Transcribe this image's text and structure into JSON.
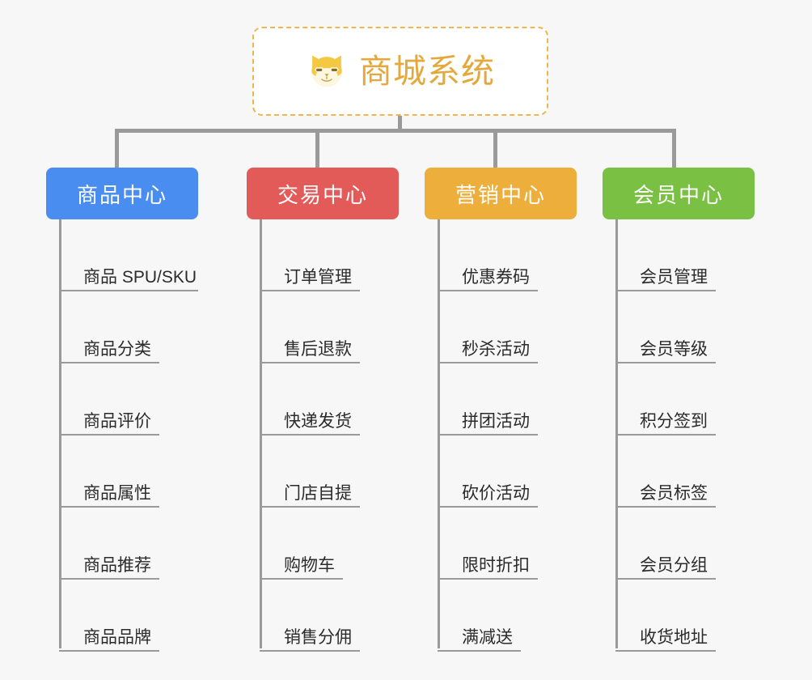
{
  "page": {
    "background_color": "#f7f7f7",
    "line_color": "#9a9a9a"
  },
  "root": {
    "title": "商城系统",
    "icon": "shiba-dog-face-icon",
    "title_color": "#e3a93c",
    "border_color": "#f0b64a",
    "fill_color": "#ffffff"
  },
  "branches": [
    {
      "id": "product-center",
      "label": "商品中心",
      "color": "#4a8df0",
      "items": [
        "商品 SPU/SKU",
        "商品分类",
        "商品评价",
        "商品属性",
        "商品推荐",
        "商品品牌"
      ]
    },
    {
      "id": "trade-center",
      "label": "交易中心",
      "color": "#e25b58",
      "items": [
        "订单管理",
        "售后退款",
        "快递发货",
        "门店自提",
        "购物车",
        "销售分佣"
      ]
    },
    {
      "id": "marketing-center",
      "label": "营销中心",
      "color": "#edae3c",
      "items": [
        "优惠券码",
        "秒杀活动",
        "拼团活动",
        "砍价活动",
        "限时折扣",
        "满减送"
      ]
    },
    {
      "id": "member-center",
      "label": "会员中心",
      "color": "#7ac143",
      "items": [
        "会员管理",
        "会员等级",
        "积分签到",
        "会员标签",
        "会员分组",
        "收货地址"
      ]
    }
  ]
}
